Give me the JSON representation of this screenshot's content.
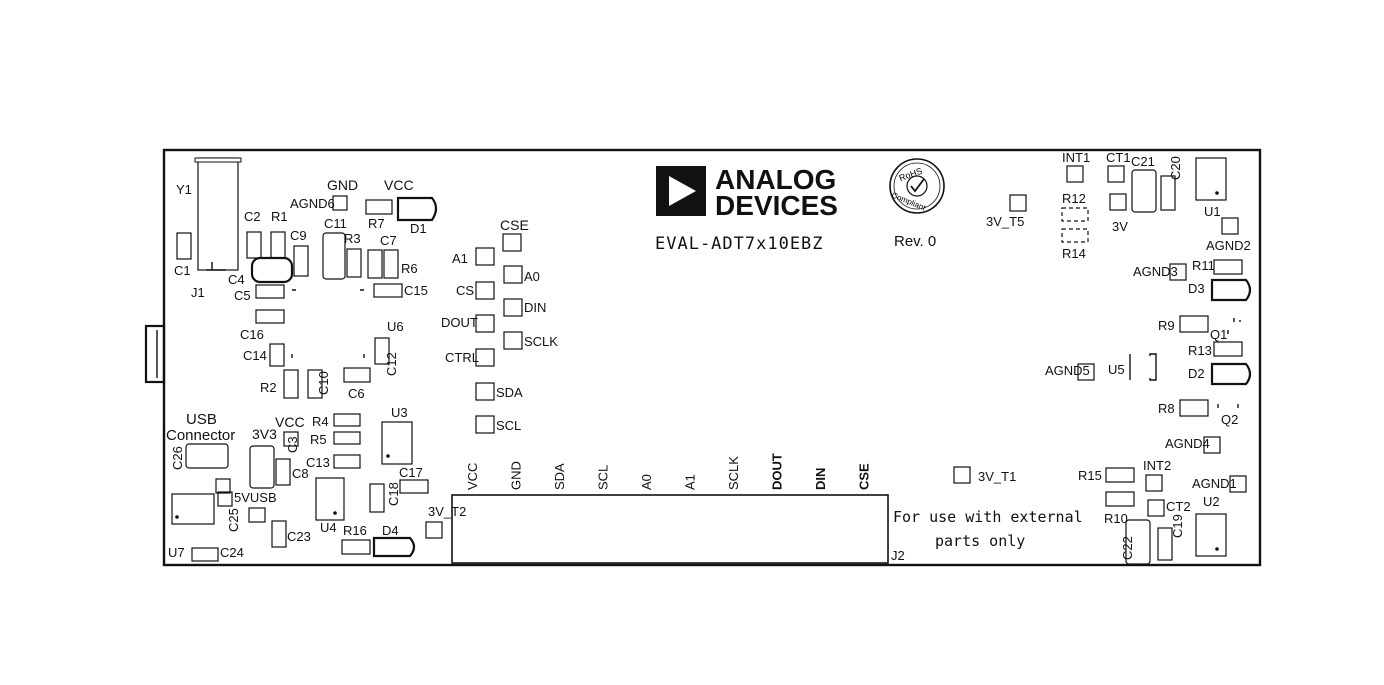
{
  "brand": {
    "line1": "ANALOG",
    "line2": "DEVICES",
    "board_name": "EVAL-ADT7x10EBZ",
    "revision": "Rev. 0",
    "rohs_top": "RoHS",
    "rohs_bottom": "Compliant"
  },
  "note": {
    "line1": "For use with external",
    "line2": "parts only"
  },
  "connector_pins": [
    "VCC",
    "GND",
    "SDA",
    "SCL",
    "A0",
    "A1",
    "SCLK",
    "DOUT",
    "DIN",
    "CSE"
  ],
  "labels": {
    "y1": "Y1",
    "j1": "J1",
    "c1": "C1",
    "c2": "C2",
    "r1": "R1",
    "c9": "C9",
    "c4": "C4",
    "c5": "C5",
    "agnd6": "AGND6",
    "gnd": "GND",
    "vcc_top": "VCC",
    "c11": "C11",
    "r7": "R7",
    "d1": "D1",
    "r3": "R3",
    "c7": "C7",
    "r6": "R6",
    "c15": "C15",
    "c16": "C16",
    "c14": "C14",
    "u6": "U6",
    "r2": "R2",
    "c10": "C10",
    "c6": "C6",
    "c12": "C12",
    "usb1": "USB",
    "usb2": "Connector",
    "c26": "C26",
    "v3v3": "3V3",
    "vcc_mid": "VCC",
    "c3": "C3",
    "c8": "C8",
    "r4": "R4",
    "r5": "R5",
    "c13": "C13",
    "u3": "U3",
    "c17": "C17",
    "c18": "C18",
    "u4": "U4",
    "v5usb": "5VUSB",
    "c25": "C25",
    "c23": "C23",
    "r16": "R16",
    "d4": "D4",
    "t2": "3V_T2",
    "u7": "U7",
    "c24": "C24",
    "cse_tp": "CSE",
    "a1_tp": "A1",
    "a0_tp": "A0",
    "cs_tp": "CS",
    "din_tp": "DIN",
    "dout_tp": "DOUT",
    "sclk_tp": "SCLK",
    "ctrl_tp": "CTRL",
    "sda_tp": "SDA",
    "scl_tp": "SCL",
    "j2": "J2",
    "t1": "3V_T1",
    "t5": "3V_T5",
    "int1": "INT1",
    "ct1": "CT1",
    "c21": "C21",
    "c20": "C20",
    "r12": "R12",
    "r14": "R14",
    "v3": "3V",
    "u1": "U1",
    "agnd2": "AGND2",
    "agnd3": "AGND3",
    "r11": "R11",
    "d3": "D3",
    "r9": "R9",
    "q1": "Q1",
    "r13": "R13",
    "agnd5": "AGND5",
    "u5": "U5",
    "d2": "D2",
    "r8": "R8",
    "q2": "Q2",
    "agnd4": "AGND4",
    "r15": "R15",
    "int2": "INT2",
    "agnd1": "AGND1",
    "u2": "U2",
    "r10": "R10",
    "ct2": "CT2",
    "c19": "C19",
    "c22": "C22"
  }
}
